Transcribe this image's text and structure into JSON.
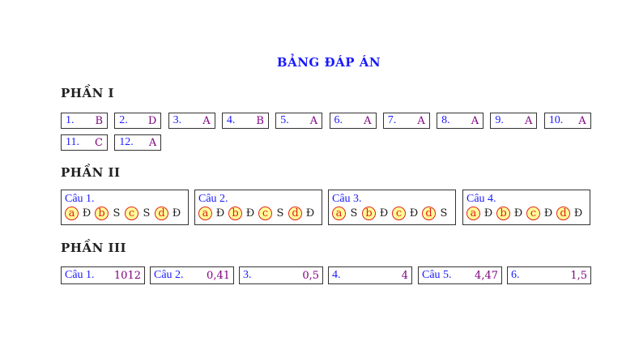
{
  "title": "BẢNG ĐÁP ÁN",
  "part1": {
    "heading": "PHẦN I",
    "items": [
      {
        "n": "1.",
        "a": "B"
      },
      {
        "n": "2.",
        "a": "D"
      },
      {
        "n": "3.",
        "a": "A"
      },
      {
        "n": "4.",
        "a": "B"
      },
      {
        "n": "5.",
        "a": "A"
      },
      {
        "n": "6.",
        "a": "A"
      },
      {
        "n": "7.",
        "a": "A"
      },
      {
        "n": "8.",
        "a": "A"
      },
      {
        "n": "9.",
        "a": "A"
      },
      {
        "n": "10.",
        "a": "A"
      },
      {
        "n": "11.",
        "a": "C"
      },
      {
        "n": "12.",
        "a": "A"
      }
    ]
  },
  "part2": {
    "heading": "PHẦN II",
    "items": [
      {
        "label": "Câu 1.",
        "opts": [
          {
            "k": "a",
            "v": "Đ"
          },
          {
            "k": "b",
            "v": "S"
          },
          {
            "k": "c",
            "v": "S"
          },
          {
            "k": "d",
            "v": "Đ"
          }
        ]
      },
      {
        "label": "Câu 2.",
        "opts": [
          {
            "k": "a",
            "v": "Đ"
          },
          {
            "k": "b",
            "v": "Đ"
          },
          {
            "k": "c",
            "v": "S"
          },
          {
            "k": "d",
            "v": "Đ"
          }
        ]
      },
      {
        "label": "Câu 3.",
        "opts": [
          {
            "k": "a",
            "v": "S"
          },
          {
            "k": "b",
            "v": "Đ"
          },
          {
            "k": "c",
            "v": "Đ"
          },
          {
            "k": "d",
            "v": "S"
          }
        ]
      },
      {
        "label": "Câu 4.",
        "opts": [
          {
            "k": "a",
            "v": "Đ"
          },
          {
            "k": "b",
            "v": "Đ"
          },
          {
            "k": "c",
            "v": "Đ"
          },
          {
            "k": "d",
            "v": "Đ"
          }
        ]
      }
    ]
  },
  "part3": {
    "heading": "PHẦN III",
    "items": [
      {
        "label": "Câu 1.",
        "a": "1012"
      },
      {
        "label": "Câu 2.",
        "a": "0,41"
      },
      {
        "label": "3.",
        "a": "0,5"
      },
      {
        "label": "4.",
        "a": "4"
      },
      {
        "label": "Câu 5.",
        "a": "4,47"
      },
      {
        "label": "6.",
        "a": "1,5"
      }
    ]
  }
}
